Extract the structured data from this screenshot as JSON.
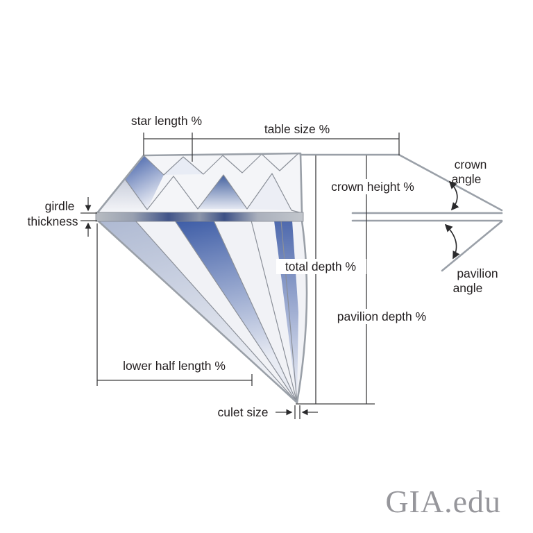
{
  "diagram": {
    "labels": {
      "star_length": "star length %",
      "table_size": "table size %",
      "crown_angle": [
        "crown",
        "angle"
      ],
      "crown_height": "crown height %",
      "girdle_thickness": [
        "girdle",
        "thickness"
      ],
      "total_depth": "total depth %",
      "pavilion_angle": [
        "pavilion",
        "angle"
      ],
      "pavilion_depth": "pavilion depth %",
      "lower_half_length": "lower half length %",
      "culet_size": "culet size"
    },
    "colors": {
      "outline_gray": "#9aa0a8",
      "facet_line_gray": "#8a8f98",
      "dimension_line": "#3d3d3f",
      "label_text": "#231f20",
      "facet_blue": "#3d5ca6",
      "facet_light": "#f1f2f6",
      "girdle_blue": "#415489",
      "watermark_gray": "#96969b",
      "background": "#ffffff"
    }
  },
  "branding": {
    "watermark": "GIA.edu"
  }
}
